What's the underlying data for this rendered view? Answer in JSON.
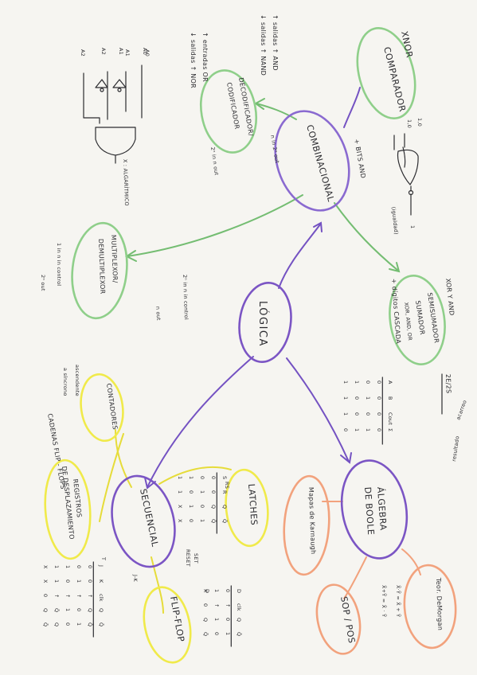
{
  "colors": {
    "paper": "#f6f5f1",
    "ink": "#2c2c30",
    "logica": "#7b55c4",
    "combinacional": "#8a6ad0",
    "green": "#8fcf8a",
    "green_arrow": "#74bd72",
    "yellow": "#f0ea4a",
    "orange": "#f2a27d",
    "purple_arrow": "#7452c2"
  },
  "nodes": {
    "logica": "LÓGICA",
    "combinacional": "COMBINACIONAL",
    "secuencial": "SECUENCIAL",
    "algebra_1": "ÁLGEBRA",
    "algebra_2": "DE BOOLE",
    "comparador": "COMPARADOR",
    "xnor": "XNOR",
    "semisumador_1": "SEMISUMADOR",
    "semisumador_2": "SUMADOR",
    "decodificador_1": "DECODIFICADOR/",
    "decodificador_2": "CODIFICADOR",
    "multiplexor_1": "MULTIPLEXOR/",
    "multiplexor_2": "DEMULTIPLEXOR",
    "contadores": "CONTADORES",
    "latches": "LATCHES",
    "flipflop": "FLIP-FLOP",
    "registros_1": "REGISTROS",
    "registros_2": "DE DESPLAZAMIENTO",
    "sop_pos": "SOP / POS",
    "karnaugh": "Mapas de Karnaugh",
    "demorgan": "Teor. DeMorgan"
  },
  "notes": {
    "bits_and": "+ BITS AND",
    "igualdad": "(igualdad)",
    "cmp_in": "1,0",
    "cmp_in2": "1,0",
    "cmp_out": "1",
    "xor_and": "XOR Y AND",
    "xor_or": "XOR, AND, OR",
    "digitos": "+ dígitos CASCADA",
    "sumas": "2E/2S",
    "acarreo": "acarreo",
    "resultado": "resultado",
    "dec_a": "↑ salidas ↑ AND",
    "dec_b": "↓ salidas ↑ NAND",
    "dec_c": "↑ entradas OR",
    "dec_d": "↓ salidas ↑ NOR",
    "dec_e": "n in 2ⁿ out",
    "dec_f": "2ⁿ in n out",
    "dec_g": "X : ALGARÍTMICO",
    "a0": "A0",
    "a1": "A1",
    "a2": "A2",
    "a0b": "A0",
    "a1b": "A1",
    "a2b": "A2",
    "mux_a": "2ⁿ in n in control",
    "mux_b": "n out",
    "mux_c": "1 in n in control",
    "mux_d": "2ⁿ out",
    "asc": "ascendente",
    "asc2": "a síncrono",
    "cadenas": "CADENAS FLIP - FLOPS",
    "rs": "RS",
    "jk": "J-K",
    "d": "D",
    "t": "T",
    "set": "SET",
    "reset": "RESET",
    "demorgan_a": "X̄·Ȳ = X̄ + Ȳ",
    "demorgan_b": "X̄+Ȳ = X̄ · Ȳ"
  },
  "tables": {
    "sum_header": [
      "A",
      "B",
      "Cout",
      "Σ"
    ],
    "sum_rows": [
      [
        "0",
        "0",
        "0",
        "0"
      ],
      [
        "0",
        "1",
        "0",
        "1"
      ],
      [
        "1",
        "0",
        "0",
        "1"
      ],
      [
        "1",
        "1",
        "1",
        "0"
      ]
    ],
    "latch_header": [
      "S",
      "R",
      "Q",
      "Q̄"
    ],
    "latch_rows": [
      [
        "0",
        "0",
        "Q",
        "Q̄"
      ],
      [
        "0",
        "1",
        "0",
        "1"
      ],
      [
        "1",
        "0",
        "1",
        "0"
      ],
      [
        "1",
        "1",
        "X",
        "X"
      ]
    ],
    "ff_header": [
      "D",
      "clk",
      "Q",
      "Q̄"
    ],
    "ff_rows": [
      [
        "0",
        "↑",
        "0",
        "1"
      ],
      [
        "1",
        "↑",
        "1",
        "0"
      ],
      [
        "X",
        "0",
        "Q",
        "Q̄"
      ]
    ],
    "jk_header": [
      "J",
      "K",
      "clk",
      "Q",
      "Q̄"
    ],
    "jk_rows": [
      [
        "0",
        "0",
        "↑",
        "Q",
        "Q̄"
      ],
      [
        "0",
        "1",
        "↑",
        "0",
        "1"
      ],
      [
        "1",
        "0",
        "↑",
        "1",
        "0"
      ],
      [
        "1",
        "1",
        "↑",
        "Q̄",
        "Q"
      ],
      [
        "X",
        "X",
        "0",
        "Q",
        "Q̄"
      ]
    ]
  }
}
